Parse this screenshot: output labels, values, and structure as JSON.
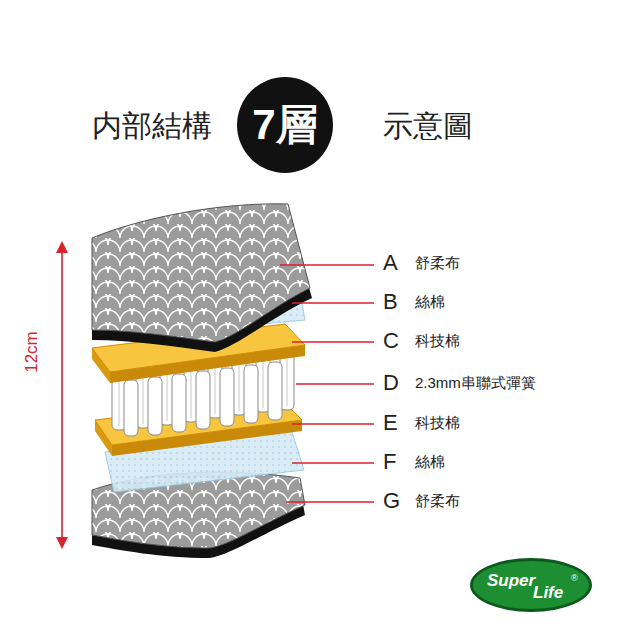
{
  "diagram": {
    "title": "内部結構",
    "nodes": [
      {
        "text": [
          "7層"
        ]
      },
      {
        "text": [
          "Super",
          "Life",
          "®"
        ]
      }
    ],
    "labels": [
      "示意圖",
      "A",
      "舒柔布",
      "B",
      "絲棉",
      "C",
      "科技棉",
      "D",
      "2.3mm串聯式彈簧",
      "E",
      "科技棉",
      "F",
      "絲棉",
      "G",
      "舒柔布",
      "12cm"
    ]
  }
}
